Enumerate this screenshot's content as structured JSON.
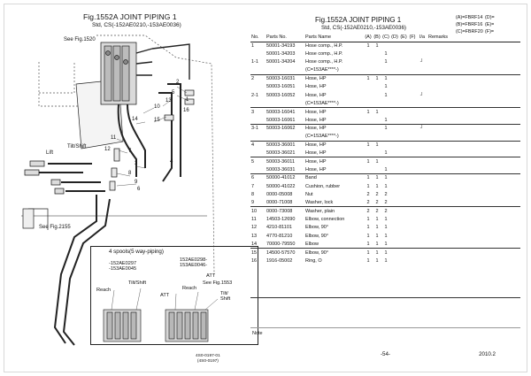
{
  "diagram": {
    "fig_title": "Fig.1552A   JOINT PIPING 1",
    "fig_sub": "Std, CS(-152AE0210,-153AE0036)",
    "see_fig_top": "See Fig.1520",
    "see_fig_bottom": "See Fig.2155",
    "lift": "Lift",
    "tilt_shift": "Tilt/Shift",
    "callouts": [
      "2",
      "5",
      "1",
      "13",
      "10",
      "15",
      "14",
      "11",
      "3",
      "7",
      "8",
      "9",
      "6",
      "4",
      "12",
      "16"
    ],
    "inset": {
      "title": "4 spools(5 way-piping)",
      "serial_left": "-152AE0297\n-153AE0045",
      "serial_right": "152AE0298-\n153AE0046-",
      "tilt_shift": "Tilt/Shift",
      "reach_left": "Reach",
      "att_left": "ATT",
      "reach_right": "Reach",
      "att_right": "ATT",
      "see_fig": "See Fig.1553",
      "tilt_shift_right": "Tilt/\nShift"
    },
    "doc_no": "4S0-0197-01\n(4S0-0197)"
  },
  "parts": {
    "title": "Fig.1552A   JOINT PIPING 1",
    "subtitle": "Std, CS(-152AE0210,-153AE0036)",
    "codes": [
      {
        "a": "(A)=FBRF14",
        "b": "(D)="
      },
      {
        "a": "(B)=FBRF16",
        "b": "(E)="
      },
      {
        "a": "(C)=FBRF20",
        "b": "(F)="
      }
    ],
    "headers": {
      "no": "No.",
      "parts_no": "Parts No.",
      "parts_name": "Parts Name",
      "a": "(A)",
      "b": "(B)",
      "c": "(C)",
      "d": "(D)",
      "e": "(E)",
      "f": "(F)",
      "ia": "I/a",
      "remarks": "Remarks"
    },
    "rows": [
      {
        "no": "1",
        "pn": "50001-34193",
        "name": "Hose comp., H.P.",
        "a": "1",
        "b": "1",
        "c": "",
        "mk": "",
        "sep": false
      },
      {
        "no": "",
        "pn": "50001-34203",
        "name": "Hose comp., H.P.",
        "a": "",
        "b": "",
        "c": "1",
        "mk": "",
        "sep": false
      },
      {
        "no": "1-1",
        "pn": "50001-34204",
        "name": "Hose comp., H.P.",
        "a": "",
        "b": "",
        "c": "1",
        "mk": "┘",
        "sep": false
      },
      {
        "no": "",
        "pn": "",
        "name": "(C=153AE****-)",
        "a": "",
        "b": "",
        "c": "",
        "mk": "",
        "sep": false
      },
      {
        "no": "2",
        "pn": "50003-16031",
        "name": "Hose, HP",
        "a": "1",
        "b": "1",
        "c": "1",
        "mk": "",
        "sep": true
      },
      {
        "no": "",
        "pn": "50003-16051",
        "name": "Hose, HP",
        "a": "",
        "b": "",
        "c": "1",
        "mk": "",
        "sep": false
      },
      {
        "no": "2-1",
        "pn": "50003-16052",
        "name": "Hose, HP",
        "a": "",
        "b": "",
        "c": "1",
        "mk": "┘",
        "sep": false
      },
      {
        "no": "",
        "pn": "",
        "name": "(C=153AE****-)",
        "a": "",
        "b": "",
        "c": "",
        "mk": "",
        "sep": false
      },
      {
        "no": "3",
        "pn": "50003-16041",
        "name": "Hose, HP",
        "a": "1",
        "b": "1",
        "c": "",
        "mk": "",
        "sep": true
      },
      {
        "no": "",
        "pn": "50003-16061",
        "name": "Hose, HP",
        "a": "",
        "b": "",
        "c": "1",
        "mk": "",
        "sep": false
      },
      {
        "no": "3-1",
        "pn": "50003-16062",
        "name": "Hose, HP",
        "a": "",
        "b": "",
        "c": "1",
        "mk": "┘",
        "sep": true
      },
      {
        "no": "",
        "pn": "",
        "name": "(C=153AE****-)",
        "a": "",
        "b": "",
        "c": "",
        "mk": "",
        "sep": false
      },
      {
        "no": "4",
        "pn": "50003-36001",
        "name": "Hose, HP",
        "a": "1",
        "b": "1",
        "c": "",
        "mk": "",
        "sep": true
      },
      {
        "no": "",
        "pn": "50003-36021",
        "name": "Hose, HP",
        "a": "",
        "b": "",
        "c": "1",
        "mk": "",
        "sep": false
      },
      {
        "no": "5",
        "pn": "50003-36011",
        "name": "Hose, HP",
        "a": "1",
        "b": "1",
        "c": "",
        "mk": "",
        "sep": true
      },
      {
        "no": "",
        "pn": "50003-36031",
        "name": "Hose, HP",
        "a": "",
        "b": "",
        "c": "1",
        "mk": "",
        "sep": false
      },
      {
        "no": "6",
        "pn": "50000-41012",
        "name": "Band",
        "a": "1",
        "b": "1",
        "c": "1",
        "mk": "",
        "sep": true
      },
      {
        "no": "7",
        "pn": "50000-41022",
        "name": "Cushion, rubber",
        "a": "1",
        "b": "1",
        "c": "1",
        "mk": "",
        "sep": false
      },
      {
        "no": "8",
        "pn": "0000-05008",
        "name": "Nut",
        "a": "2",
        "b": "2",
        "c": "2",
        "mk": "",
        "sep": false
      },
      {
        "no": "9",
        "pn": "0000-71008",
        "name": "Washer, lock",
        "a": "2",
        "b": "2",
        "c": "2",
        "mk": "",
        "sep": false
      },
      {
        "no": "10",
        "pn": "0000-73008",
        "name": "Washer, plain",
        "a": "2",
        "b": "2",
        "c": "2",
        "mk": "",
        "sep": true
      },
      {
        "no": "11",
        "pn": "14503-12690",
        "name": "Elbow, connection",
        "a": "1",
        "b": "1",
        "c": "1",
        "mk": "",
        "sep": false
      },
      {
        "no": "12",
        "pn": "4210-81101",
        "name": "Elbow, 90°",
        "a": "1",
        "b": "1",
        "c": "1",
        "mk": "",
        "sep": false
      },
      {
        "no": "13",
        "pn": "4770-81210",
        "name": "Elbow, 90°",
        "a": "1",
        "b": "1",
        "c": "1",
        "mk": "",
        "sep": false
      },
      {
        "no": "14",
        "pn": "70000-79550",
        "name": "Elbow",
        "a": "1",
        "b": "1",
        "c": "1",
        "mk": "",
        "sep": false
      },
      {
        "no": "15",
        "pn": "14500-57570",
        "name": "Elbow, 90°",
        "a": "1",
        "b": "1",
        "c": "1",
        "mk": "",
        "sep": true
      },
      {
        "no": "16",
        "pn": "1916-05002",
        "name": "Ring, O",
        "a": "1",
        "b": "1",
        "c": "1",
        "mk": "",
        "sep": false
      }
    ],
    "note": "Note",
    "page": "-54-",
    "year": "2010.2"
  }
}
